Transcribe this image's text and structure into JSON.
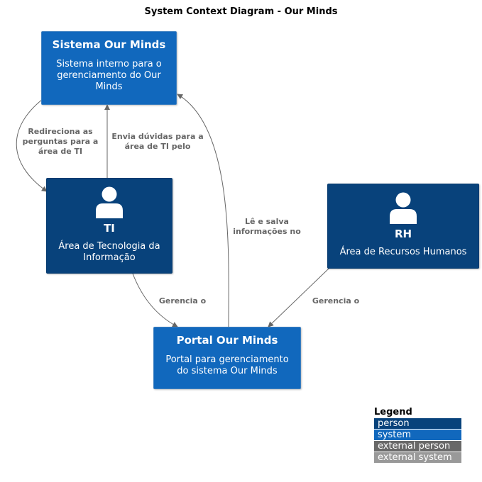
{
  "diagram": {
    "title": "System Context Diagram - Our Minds"
  },
  "nodes": {
    "sistema": {
      "title": "Sistema Our Minds",
      "description": "Sistema interno para o gerenciamento do Our Minds"
    },
    "ti": {
      "title": "TI",
      "description": "Área de Tecnologia da Informação"
    },
    "rh": {
      "title": "RH",
      "description": "Área de Recursos Humanos"
    },
    "portal": {
      "title": "Portal Our Minds",
      "description": "Portal para gerenciamento do sistema Our Minds"
    }
  },
  "edges": {
    "sistema_to_ti": "Redireciona as\nperguntas para a\nárea de TI",
    "ti_to_sistema": "Envia dúvidas para a\nárea de TI pelo",
    "portal_to_sistema": "Lê e salva\ninformações no",
    "ti_to_portal": "Gerencia o",
    "rh_to_portal": "Gerencia o"
  },
  "legend": {
    "title": "Legend",
    "items": [
      {
        "label": "person",
        "color": "#08427b"
      },
      {
        "label": "system",
        "color": "#1168bd"
      },
      {
        "label": "external person",
        "color": "#686868"
      },
      {
        "label": "external system",
        "color": "#999999"
      }
    ]
  },
  "colors": {
    "person": "#08427b",
    "system": "#1168bd",
    "edge": "#666666"
  }
}
